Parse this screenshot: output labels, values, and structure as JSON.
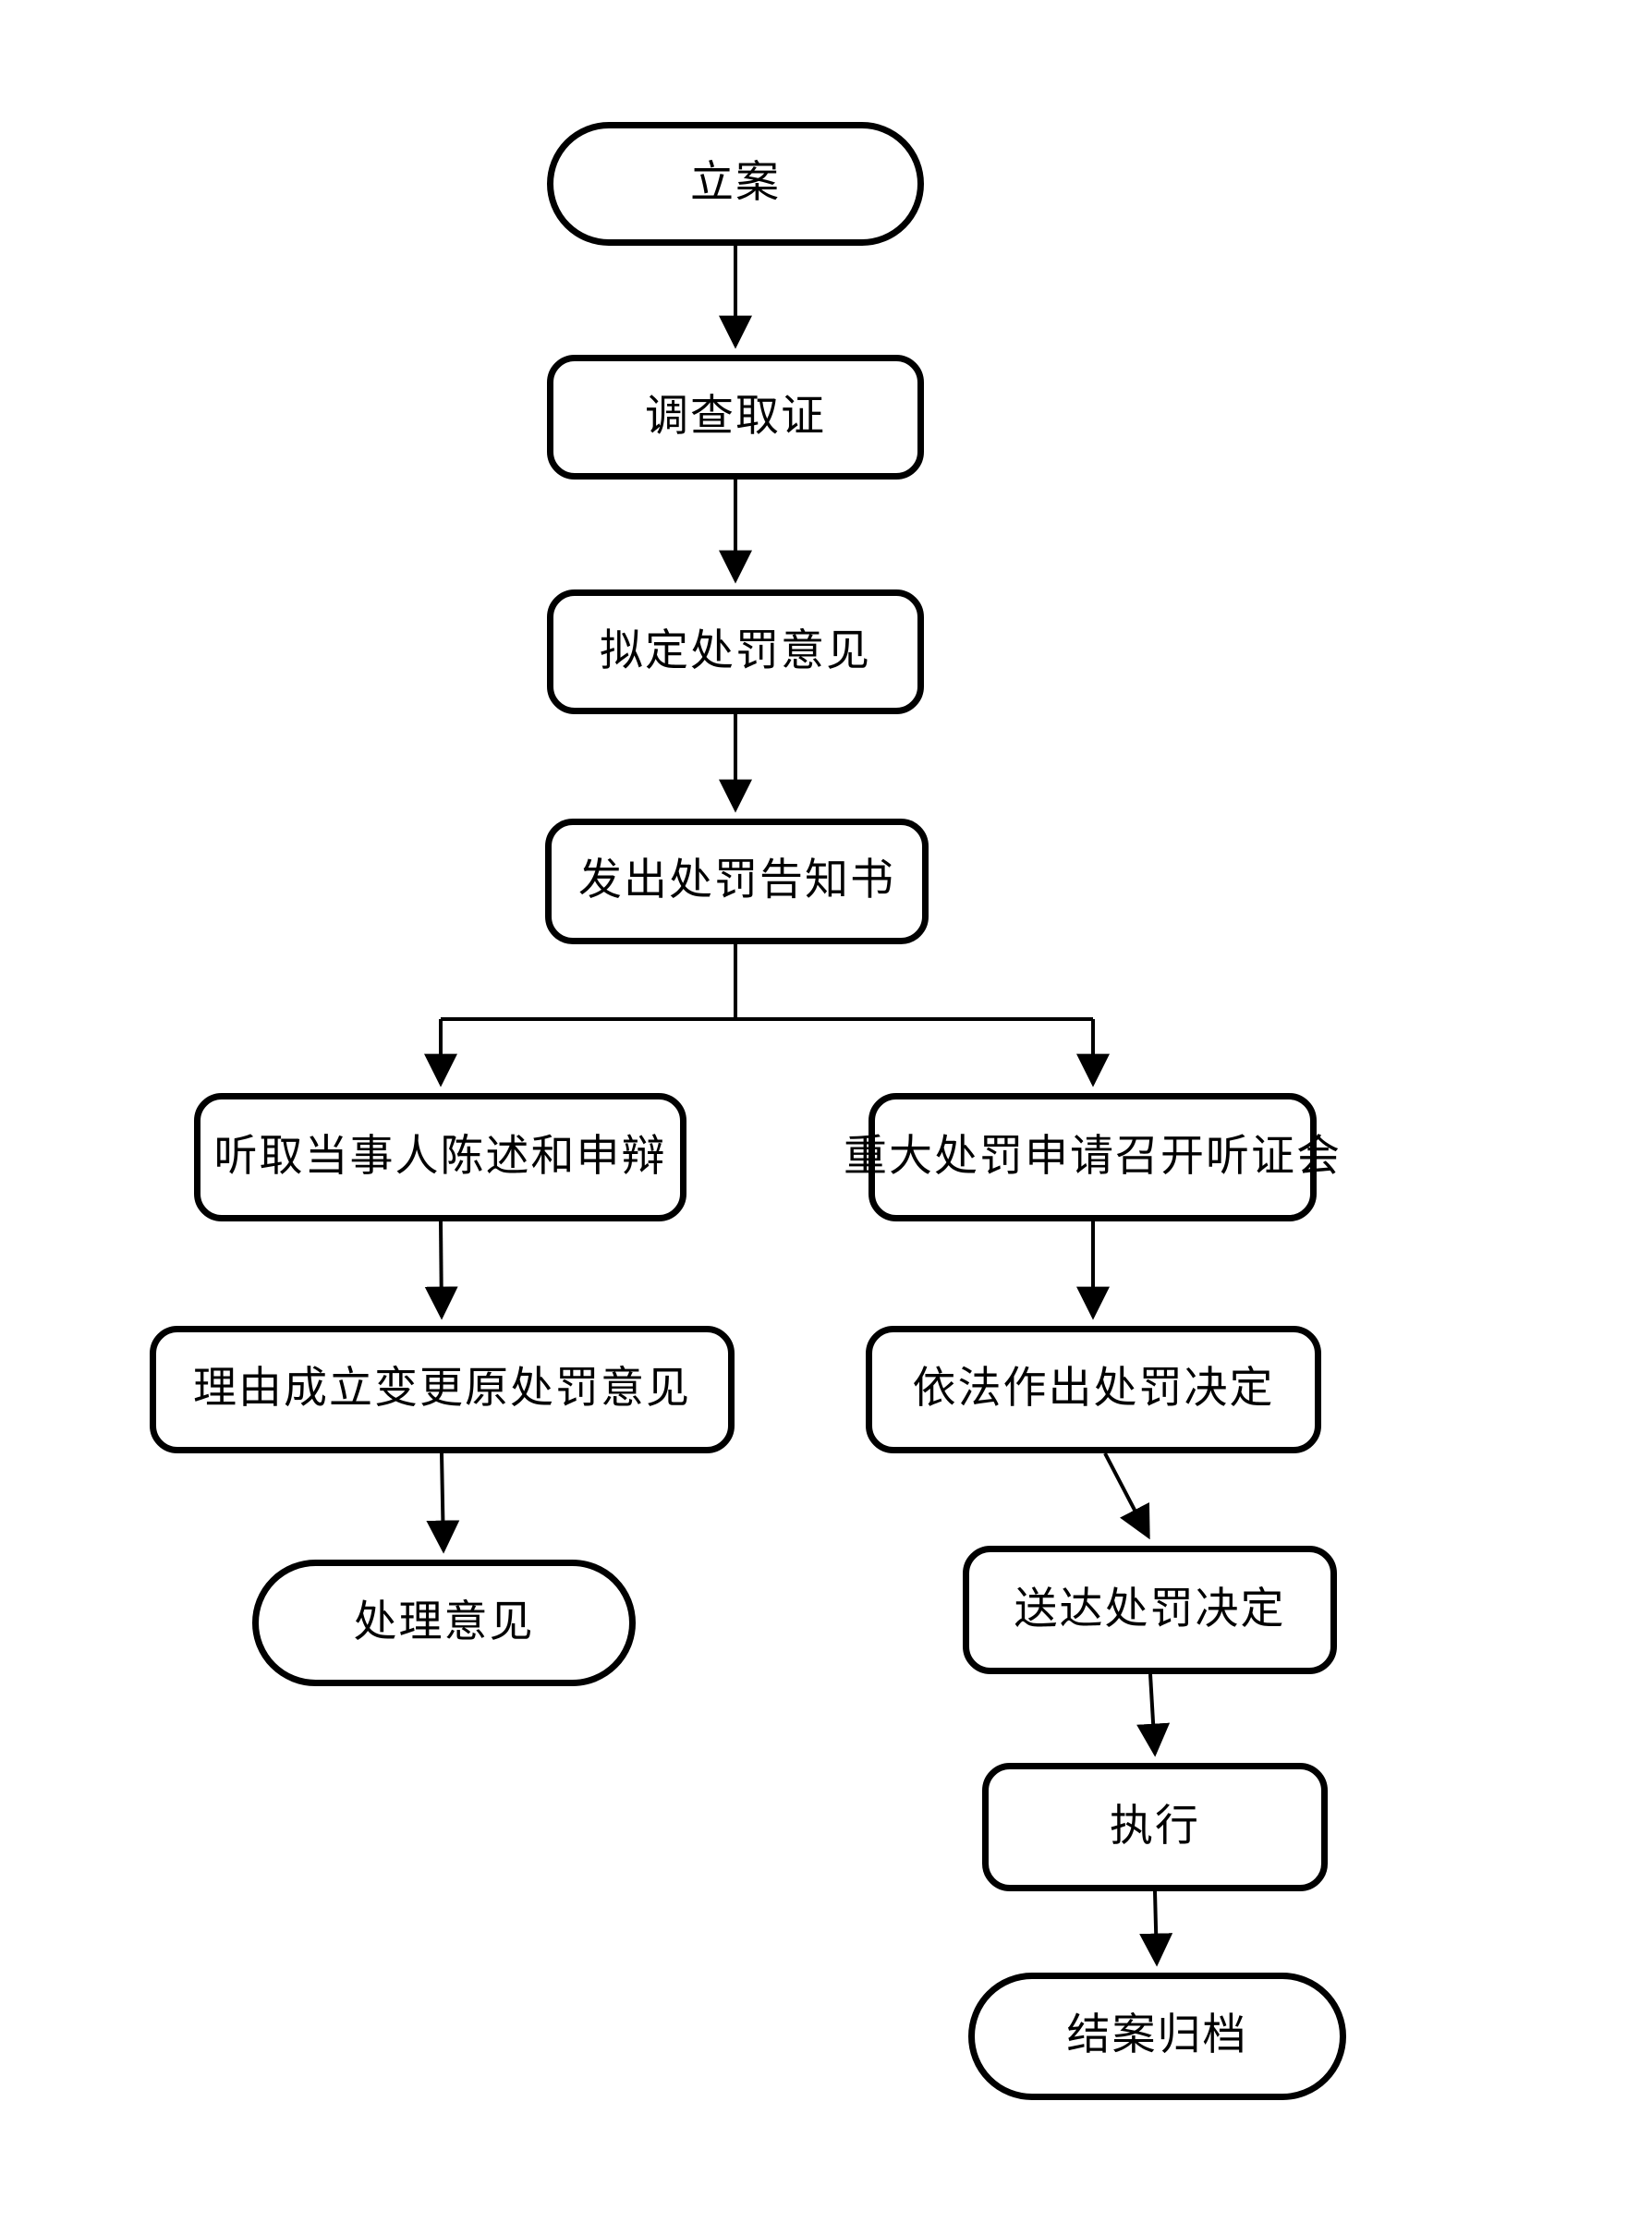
{
  "diagram": {
    "type": "flowchart",
    "background_color": "#ffffff",
    "stroke_color": "#000000",
    "text_color": "#000000",
    "nodes": [
      {
        "id": "start",
        "label": "立案",
        "shape": "stadium",
        "role": "start"
      },
      {
        "id": "invest",
        "label": "调查取证",
        "shape": "rounded-rect",
        "role": "process"
      },
      {
        "id": "draft",
        "label": "拟定处罚意见",
        "shape": "rounded-rect",
        "role": "process"
      },
      {
        "id": "notice",
        "label": "发出处罚告知书",
        "shape": "rounded-rect",
        "role": "process"
      },
      {
        "id": "listen",
        "label": "听取当事人陈述和申辩",
        "shape": "rounded-rect",
        "role": "process"
      },
      {
        "id": "reason",
        "label": "理由成立变更原处罚意见",
        "shape": "rounded-rect",
        "role": "process"
      },
      {
        "id": "opinion",
        "label": "处理意见",
        "shape": "stadium",
        "role": "end"
      },
      {
        "id": "hearing",
        "label": "重大处罚申请召开听证会",
        "shape": "rounded-rect",
        "role": "process"
      },
      {
        "id": "decide",
        "label": "依法作出处罚决定",
        "shape": "rounded-rect",
        "role": "process"
      },
      {
        "id": "deliver",
        "label": "送达处罚决定",
        "shape": "rounded-rect",
        "role": "process"
      },
      {
        "id": "execute",
        "label": "执行",
        "shape": "rounded-rect",
        "role": "process"
      },
      {
        "id": "archive",
        "label": "结案归档",
        "shape": "stadium",
        "role": "end"
      }
    ],
    "edges": [
      {
        "from": "立案",
        "to": "调查取证"
      },
      {
        "from": "调查取证",
        "to": "拟定处罚意见"
      },
      {
        "from": "拟定处罚意见",
        "to": "发出处罚告知书"
      },
      {
        "from": "发出处罚告知书",
        "to": "听取当事人陈述和申辩"
      },
      {
        "from": "发出处罚告知书",
        "to": "重大处罚申请召开听证会"
      },
      {
        "from": "听取当事人陈述和申辩",
        "to": "理由成立变更原处罚意见"
      },
      {
        "from": "理由成立变更原处罚意见",
        "to": "处理意见"
      },
      {
        "from": "重大处罚申请召开听证会",
        "to": "依法作出处罚决定"
      },
      {
        "from": "依法作出处罚决定",
        "to": "送达处罚决定"
      },
      {
        "from": "送达处罚决定",
        "to": "执行"
      },
      {
        "from": "执行",
        "to": "结案归档"
      }
    ]
  }
}
